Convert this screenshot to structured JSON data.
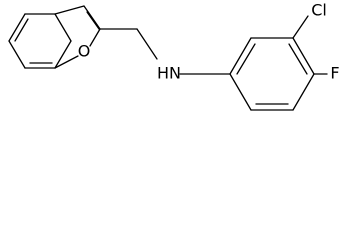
{
  "molecule": {
    "atoms": {
      "oxygen": "O",
      "nitrogen_h": "HN",
      "chlorine": "Cl",
      "fluorine": "F"
    }
  }
}
